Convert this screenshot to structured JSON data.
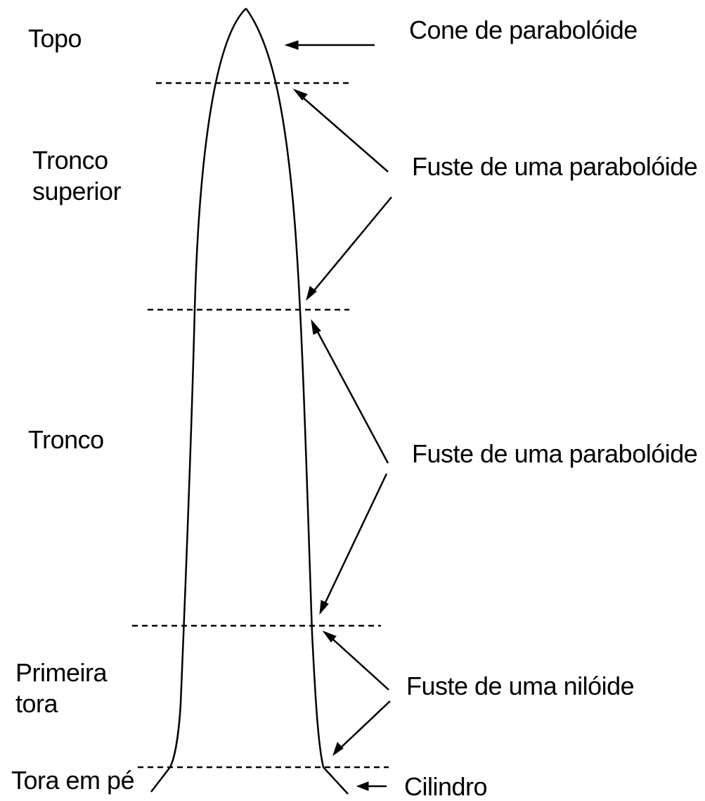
{
  "sections": {
    "topo": "Topo",
    "tronco_superior": [
      "Tronco",
      "superior"
    ],
    "tronco": "Tronco",
    "primeira_tora": [
      "Primeira",
      "tora"
    ],
    "tora_em_pe": "Tora em pé"
  },
  "shapes": {
    "cone": "Cone de parabolóide",
    "fuste_paraboloide_1": "Fuste de uma parabolóide",
    "fuste_paraboloide_2": "Fuste de uma parabolóide",
    "fuste_niloide": "Fuste de uma nilóide",
    "cilindro": "Cilindro"
  }
}
